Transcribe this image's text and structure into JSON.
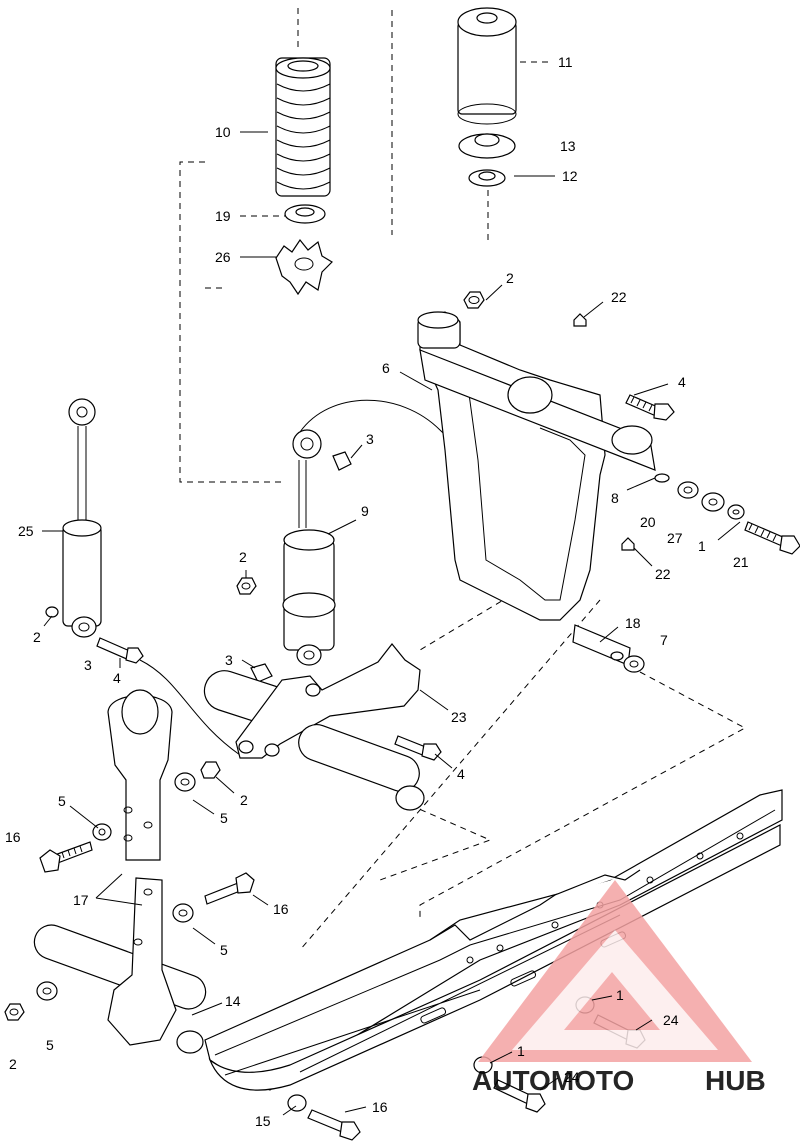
{
  "callouts": [
    {
      "id": "c11",
      "label": "11"
    },
    {
      "id": "c10",
      "label": "10"
    },
    {
      "id": "c13",
      "label": "13"
    },
    {
      "id": "c12",
      "label": "12"
    },
    {
      "id": "c19",
      "label": "19"
    },
    {
      "id": "c26",
      "label": "26"
    },
    {
      "id": "c2a",
      "label": "2"
    },
    {
      "id": "c22a",
      "label": "22"
    },
    {
      "id": "c6",
      "label": "6"
    },
    {
      "id": "c4a",
      "label": "4"
    },
    {
      "id": "c3a",
      "label": "3"
    },
    {
      "id": "c8",
      "label": "8"
    },
    {
      "id": "c9",
      "label": "9"
    },
    {
      "id": "c20",
      "label": "20"
    },
    {
      "id": "c27",
      "label": "27"
    },
    {
      "id": "c25",
      "label": "25"
    },
    {
      "id": "c1a",
      "label": "1"
    },
    {
      "id": "c21",
      "label": "21"
    },
    {
      "id": "c2b",
      "label": "2"
    },
    {
      "id": "c22b",
      "label": "22"
    },
    {
      "id": "c18",
      "label": "18"
    },
    {
      "id": "c2c",
      "label": "2"
    },
    {
      "id": "c7",
      "label": "7"
    },
    {
      "id": "c3b",
      "label": "3"
    },
    {
      "id": "c3c",
      "label": "3"
    },
    {
      "id": "c4b",
      "label": "4"
    },
    {
      "id": "c23",
      "label": "23"
    },
    {
      "id": "c4c",
      "label": "4"
    },
    {
      "id": "c2d",
      "label": "2"
    },
    {
      "id": "c5a",
      "label": "5"
    },
    {
      "id": "c5b",
      "label": "5"
    },
    {
      "id": "c16a",
      "label": "16"
    },
    {
      "id": "c17",
      "label": "17"
    },
    {
      "id": "c16b",
      "label": "16"
    },
    {
      "id": "c5c",
      "label": "5"
    },
    {
      "id": "c14",
      "label": "14"
    },
    {
      "id": "c1b",
      "label": "1"
    },
    {
      "id": "c24a",
      "label": "24"
    },
    {
      "id": "c2e",
      "label": "2"
    },
    {
      "id": "c5d",
      "label": "5"
    },
    {
      "id": "c1c",
      "label": "1"
    },
    {
      "id": "c24b",
      "label": "24"
    },
    {
      "id": "c15",
      "label": "15"
    },
    {
      "id": "c16c",
      "label": "16"
    }
  ],
  "watermark": {
    "text_part1": "AUTOMOTO",
    "text_part2": "HUB",
    "color_primary": "#f4a3a3",
    "color_secondary": "#f7c9a8",
    "color_dark": "#8a8a8a"
  }
}
